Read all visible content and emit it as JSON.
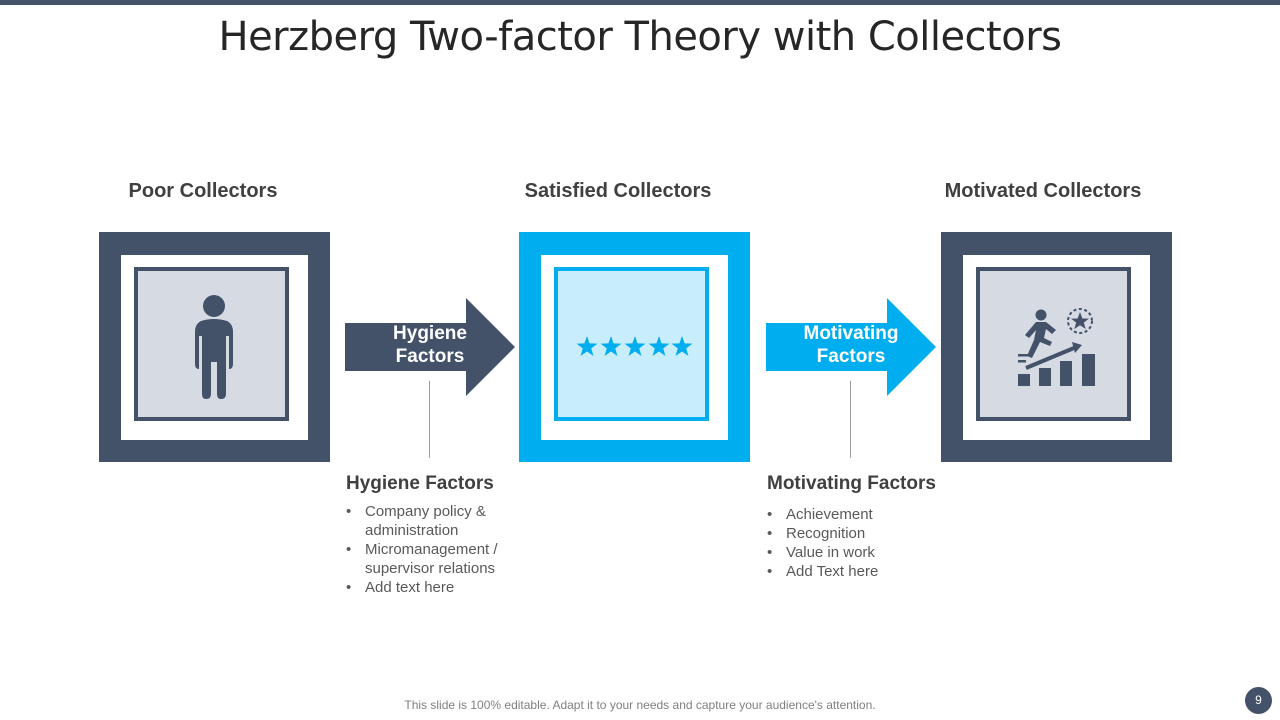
{
  "slide": {
    "title": "Herzberg Two-factor Theory with Collectors",
    "footer": "This slide is 100% editable. Adapt it to your needs and capture your audience's attention.",
    "page_number": "9"
  },
  "colors": {
    "navy": "#435169",
    "blue": "#00AEEF",
    "light_gray_panel": "#D5DAE3",
    "light_blue_panel": "#C9EEFB"
  },
  "stages": [
    {
      "label": "Poor Collectors",
      "icon": "person-standing-icon"
    },
    {
      "label": "Satisfied Collectors",
      "icon": "five-stars-icon"
    },
    {
      "label": "Motivated Collectors",
      "icon": "climbing-growth-chart-icon"
    }
  ],
  "arrows": [
    {
      "label_line1": "Hygiene",
      "label_line2": "Factors"
    },
    {
      "label_line1": "Motivating",
      "label_line2": "Factors"
    }
  ],
  "hygiene": {
    "heading": "Hygiene Factors",
    "items": [
      "Company policy & administration",
      "Micromanagement / supervisor relations",
      "Add text here"
    ]
  },
  "motivating": {
    "heading": "Motivating Factors",
    "items": [
      "Achievement",
      "Recognition",
      "Value in work",
      "Add Text here"
    ]
  }
}
